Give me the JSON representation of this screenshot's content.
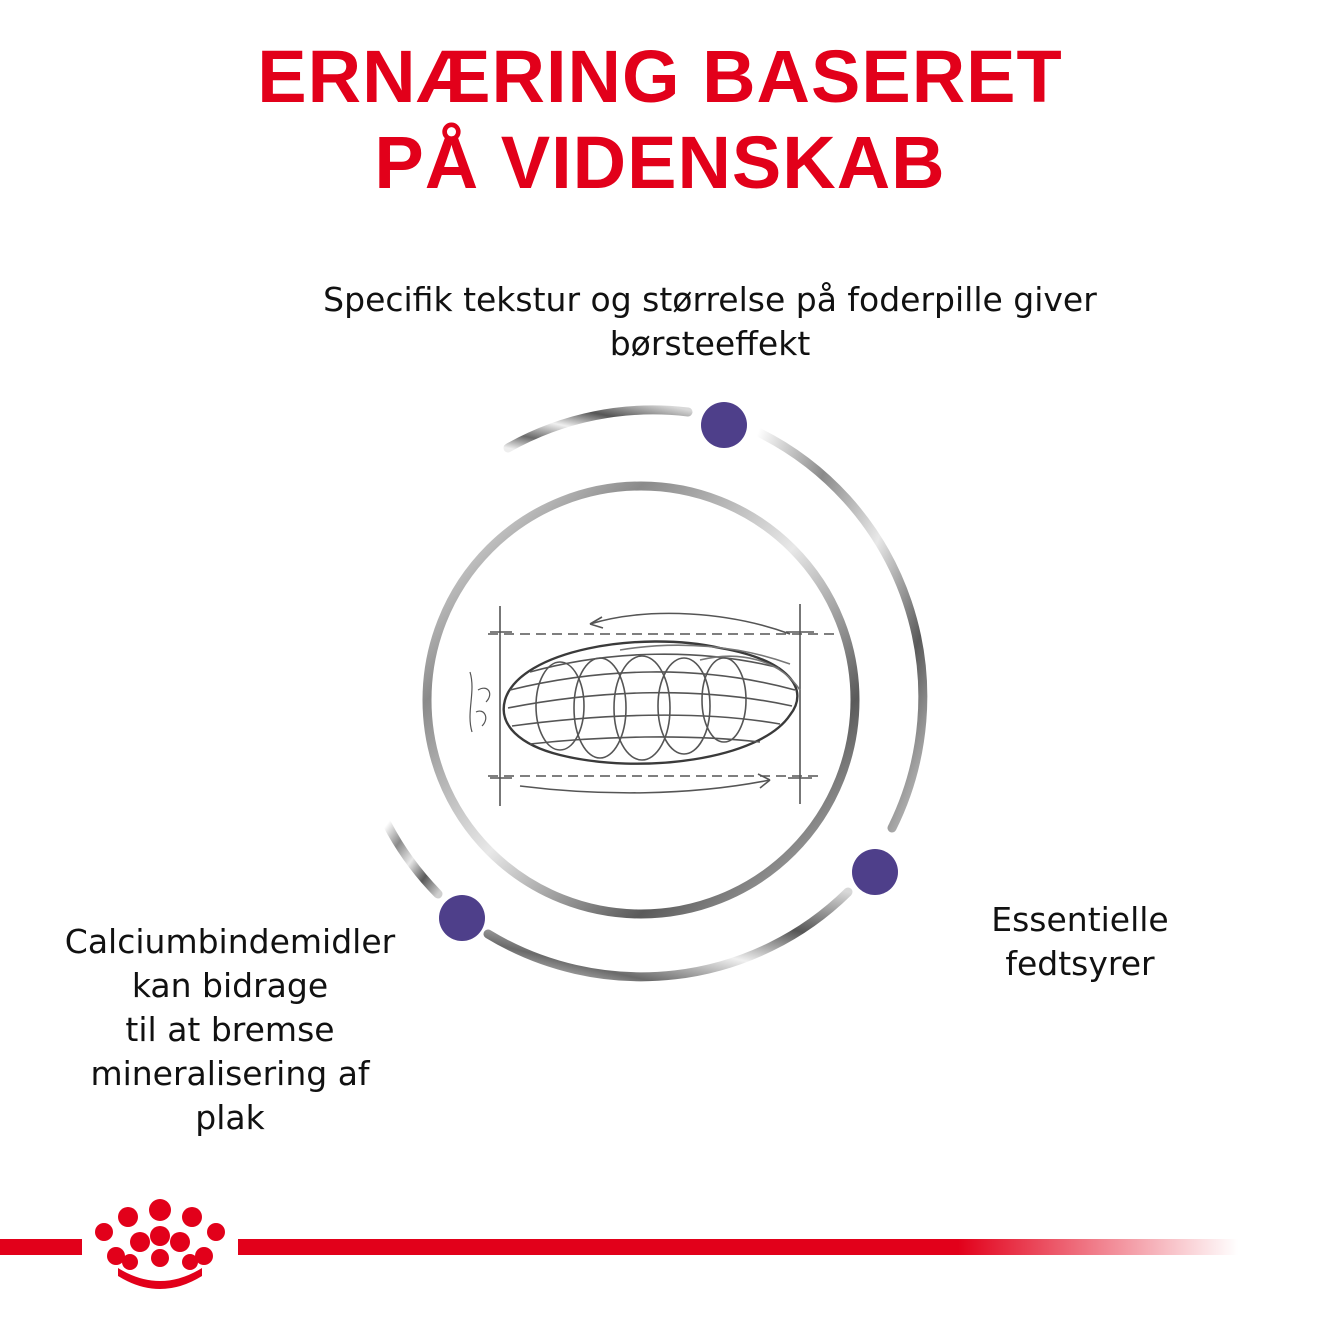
{
  "title": {
    "line1": "ERNÆRING BASERET",
    "line2": "PÅ VIDENSKAB"
  },
  "benefits": {
    "top": {
      "line1": "Specifik tekstur og størrelse på foderpille giver",
      "line2": "børsteeffekt"
    },
    "right": {
      "line1": "Essentielle",
      "line2": "fedtsyrer"
    },
    "left": {
      "line1": "Calciumbindemidler",
      "line2": "kan bidrage",
      "line3": "til at bremse",
      "line4": "mineralisering af",
      "line5": "plak"
    }
  },
  "colors": {
    "brand_red": "#e2001a",
    "accent_purple": "#4e3f8a",
    "text": "#111111"
  },
  "icons": {
    "logo": "royal-crown-icon",
    "illustration": "kibble-sketch-illustration"
  }
}
